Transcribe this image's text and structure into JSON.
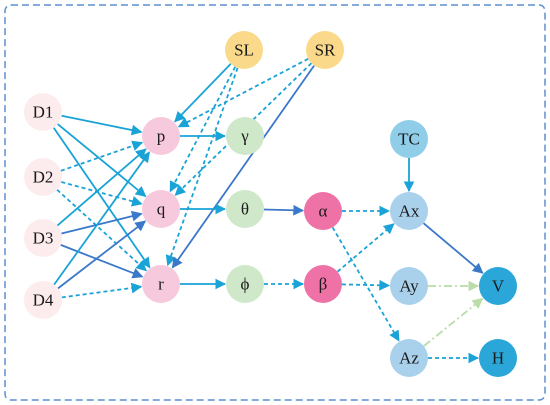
{
  "nodes": [
    {
      "id": "D1",
      "label": "D1",
      "color": "#fdecee"
    },
    {
      "id": "D2",
      "label": "D2",
      "color": "#fdecee"
    },
    {
      "id": "D3",
      "label": "D3",
      "color": "#fdecee"
    },
    {
      "id": "D4",
      "label": "D4",
      "color": "#fdecee"
    },
    {
      "id": "SL",
      "label": "SL",
      "color": "#fbd98a"
    },
    {
      "id": "SR",
      "label": "SR",
      "color": "#fbd98a"
    },
    {
      "id": "p",
      "label": "p",
      "color": "#f7c9dc"
    },
    {
      "id": "q",
      "label": "q",
      "color": "#f7c9dc"
    },
    {
      "id": "r",
      "label": "r",
      "color": "#f7c9dc"
    },
    {
      "id": "gamma",
      "label": "γ",
      "color": "#cfe8c9"
    },
    {
      "id": "theta",
      "label": "θ",
      "color": "#cfe8c9"
    },
    {
      "id": "phi",
      "label": "ϕ",
      "color": "#cfe8c9"
    },
    {
      "id": "alpha",
      "label": "α",
      "color": "#ef72a6"
    },
    {
      "id": "beta",
      "label": "β",
      "color": "#ef72a6"
    },
    {
      "id": "TC",
      "label": "TC",
      "color": "#8fcde9"
    },
    {
      "id": "Ax",
      "label": "Ax",
      "color": "#a9d1ec"
    },
    {
      "id": "Ay",
      "label": "Ay",
      "color": "#a9d1ec"
    },
    {
      "id": "Az",
      "label": "Az",
      "color": "#a9d1ec"
    },
    {
      "id": "V",
      "label": "V",
      "color": "#2aa7d8"
    },
    {
      "id": "H",
      "label": "H",
      "color": "#2aa7d8"
    }
  ],
  "edges": [
    {
      "from": "D1",
      "to": "p",
      "style": "solid"
    },
    {
      "from": "D1",
      "to": "q",
      "style": "solid"
    },
    {
      "from": "D1",
      "to": "r",
      "style": "solid"
    },
    {
      "from": "D2",
      "to": "p",
      "style": "dashed"
    },
    {
      "from": "D2",
      "to": "q",
      "style": "dashed"
    },
    {
      "from": "D2",
      "to": "r",
      "style": "dashed"
    },
    {
      "from": "D3",
      "to": "p",
      "style": "solid"
    },
    {
      "from": "D3",
      "to": "q",
      "style": "solid"
    },
    {
      "from": "D3",
      "to": "r",
      "style": "solid"
    },
    {
      "from": "D4",
      "to": "p",
      "style": "solid"
    },
    {
      "from": "D4",
      "to": "q",
      "style": "solid"
    },
    {
      "from": "D4",
      "to": "r",
      "style": "dashed"
    },
    {
      "from": "SL",
      "to": "p",
      "style": "solid"
    },
    {
      "from": "SL",
      "to": "q",
      "style": "dashed"
    },
    {
      "from": "SL",
      "to": "r",
      "style": "dashed"
    },
    {
      "from": "SR",
      "to": "p",
      "style": "dashed"
    },
    {
      "from": "SR",
      "to": "q",
      "style": "dashed"
    },
    {
      "from": "SR",
      "to": "r",
      "style": "solid"
    },
    {
      "from": "p",
      "to": "gamma",
      "style": "solid"
    },
    {
      "from": "q",
      "to": "theta",
      "style": "solid"
    },
    {
      "from": "r",
      "to": "phi",
      "style": "solid"
    },
    {
      "from": "theta",
      "to": "alpha",
      "style": "solid"
    },
    {
      "from": "phi",
      "to": "beta",
      "style": "dashed"
    },
    {
      "from": "alpha",
      "to": "Ax",
      "style": "dashed"
    },
    {
      "from": "alpha",
      "to": "Az",
      "style": "dashed"
    },
    {
      "from": "beta",
      "to": "Ax",
      "style": "dashed"
    },
    {
      "from": "beta",
      "to": "Ay",
      "style": "dashed"
    },
    {
      "from": "TC",
      "to": "Ax",
      "style": "solid"
    },
    {
      "from": "Ax",
      "to": "V",
      "style": "solid"
    },
    {
      "from": "Ay",
      "to": "V",
      "style": "dashdot"
    },
    {
      "from": "Az",
      "to": "V",
      "style": "dashdot"
    },
    {
      "from": "Az",
      "to": "H",
      "style": "dashed"
    }
  ],
  "colors": {
    "edge": "#1aa3d6",
    "edge_dark": "#3a78c9",
    "edge_light": "#b9dca8",
    "frame": "#5b8fd0"
  }
}
